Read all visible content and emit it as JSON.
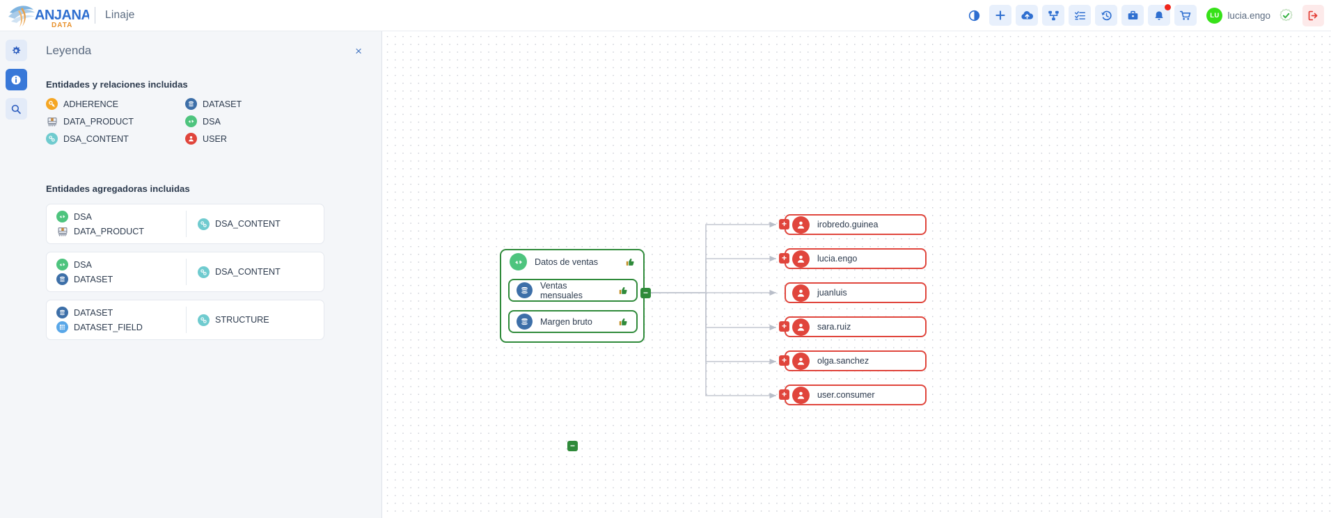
{
  "app": {
    "brand_name": "ANJANA",
    "brand_sub": "DATA",
    "section_title": "Linaje",
    "accent_blue": "#2f6fd0",
    "accent_green": "#2f8a3a",
    "accent_red": "#e0453c"
  },
  "topbar": {
    "icons": [
      {
        "name": "contrast-icon",
        "label": "Contraste",
        "boxed": false,
        "badge": false
      },
      {
        "name": "plus-icon",
        "label": "Nuevo",
        "boxed": true,
        "badge": false
      },
      {
        "name": "cloud-upload-icon",
        "label": "Subir",
        "boxed": true,
        "badge": false
      },
      {
        "name": "lineage-icon",
        "label": "Linaje",
        "boxed": true,
        "badge": false
      },
      {
        "name": "checklist-icon",
        "label": "Tareas",
        "boxed": true,
        "badge": false
      },
      {
        "name": "history-icon",
        "label": "Historial",
        "boxed": true,
        "badge": false
      },
      {
        "name": "briefcase-icon",
        "label": "Maletin",
        "boxed": true,
        "badge": false
      },
      {
        "name": "bell-icon",
        "label": "Notificaciones",
        "boxed": true,
        "badge": true
      },
      {
        "name": "cart-icon",
        "label": "Carrito",
        "boxed": true,
        "badge": false
      }
    ],
    "user": {
      "initials": "LU",
      "name": "lucia.engo",
      "avatar_color": "#36e118",
      "verified_icon": "check-badge-icon",
      "logout_icon": "logout-icon"
    }
  },
  "rail": {
    "items": [
      {
        "name": "sidebar-item-settings",
        "icon": "gear-icon",
        "label": "Ajustes",
        "active": false
      },
      {
        "name": "sidebar-item-info",
        "icon": "info-icon",
        "label": "Leyenda",
        "active": true
      },
      {
        "name": "sidebar-item-search",
        "icon": "search-icon",
        "label": "Buscar",
        "active": false
      }
    ]
  },
  "legend": {
    "title": "Leyenda",
    "close_label": "×",
    "entities_section_title": "Entidades y relaciones incluidas",
    "entities": [
      {
        "label": "ADHERENCE",
        "icon": "adherence-icon",
        "style": "ico-adherence"
      },
      {
        "label": "DATASET",
        "icon": "dataset-icon",
        "style": "ico-dataset"
      },
      {
        "label": "DATA_PRODUCT",
        "icon": "data-product-icon",
        "style": "ico-product"
      },
      {
        "label": "DSA",
        "icon": "dsa-icon",
        "style": "ico-dsa"
      },
      {
        "label": "DSA_CONTENT",
        "icon": "dsa-content-icon",
        "style": "ico-dsacontent"
      },
      {
        "label": "USER",
        "icon": "user-icon",
        "style": "ico-user"
      }
    ],
    "aggregators_section_title": "Entidades agregadoras incluidas",
    "aggregators": [
      {
        "sources": [
          {
            "label": "DSA",
            "icon": "dsa-icon",
            "style": "ico-dsa"
          },
          {
            "label": "DATA_PRODUCT",
            "icon": "data-product-icon",
            "style": "ico-product"
          }
        ],
        "target": {
          "label": "DSA_CONTENT",
          "icon": "dsa-content-icon",
          "style": "ico-dsacontent"
        }
      },
      {
        "sources": [
          {
            "label": "DSA",
            "icon": "dsa-icon",
            "style": "ico-dsa"
          },
          {
            "label": "DATASET",
            "icon": "dataset-icon",
            "style": "ico-dataset"
          }
        ],
        "target": {
          "label": "DSA_CONTENT",
          "icon": "dsa-content-icon",
          "style": "ico-dsacontent"
        }
      },
      {
        "sources": [
          {
            "label": "DATASET",
            "icon": "dataset-icon",
            "style": "ico-dataset"
          },
          {
            "label": "DATASET_FIELD",
            "icon": "dataset-field-icon",
            "style": "ico-field"
          }
        ],
        "target": {
          "label": "STRUCTURE",
          "icon": "structure-icon",
          "style": "ico-structure"
        }
      }
    ]
  },
  "graph": {
    "group": {
      "title": "Datos de ventas",
      "icon": "dsa-icon",
      "approved_icon": "thumbs-up-icon",
      "collapse_right_label": "−",
      "collapse_bottom_label": "−",
      "children": [
        {
          "title": "Ventas mensuales",
          "icon": "dataset-icon",
          "approved_icon": "thumbs-up-icon"
        },
        {
          "title": "Margen bruto",
          "icon": "dataset-icon",
          "approved_icon": "thumbs-up-icon"
        }
      ]
    },
    "users": [
      {
        "title": "irobredo.guinea",
        "icon": "user-icon",
        "expand_label": "+",
        "has_expand": true
      },
      {
        "title": "lucia.engo",
        "icon": "user-icon",
        "expand_label": "+",
        "has_expand": true
      },
      {
        "title": "juanluis",
        "icon": "user-icon",
        "expand_label": "+",
        "has_expand": false
      },
      {
        "title": "sara.ruiz",
        "icon": "user-icon",
        "expand_label": "+",
        "has_expand": true
      },
      {
        "title": "olga.sanchez",
        "icon": "user-icon",
        "expand_label": "+",
        "has_expand": true
      },
      {
        "title": "user.consumer",
        "icon": "user-icon",
        "expand_label": "+",
        "has_expand": true
      }
    ]
  }
}
